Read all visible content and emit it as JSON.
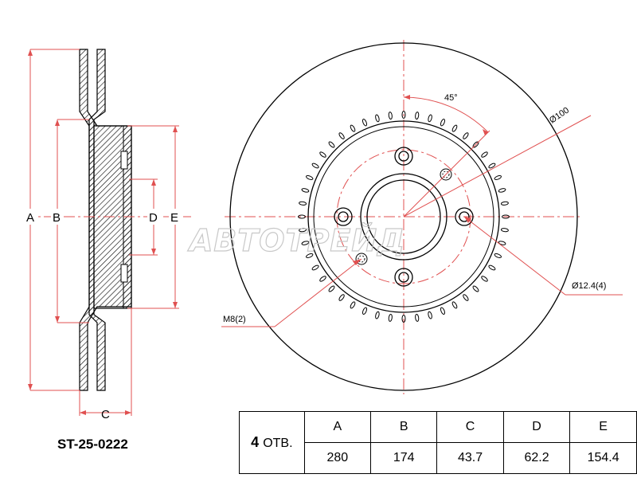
{
  "part_number": "ST-25-0222",
  "holes": {
    "count": "4",
    "unit": "ОТВ."
  },
  "dimensions": {
    "headers": [
      "A",
      "B",
      "C",
      "D",
      "E"
    ],
    "values": [
      "280",
      "174",
      "43.7",
      "62.2",
      "154.4"
    ]
  },
  "drawing_labels": {
    "dim_a": "A",
    "dim_b": "B",
    "dim_c": "C",
    "dim_d": "D",
    "dim_e": "E",
    "angle": "45°",
    "pcd": "Ø100",
    "bolt_hole": "Ø12.4(4)",
    "thread": "M8(2)"
  },
  "watermark": "АВТОТРЕЙД",
  "colors": {
    "dimension_line": "#e05050",
    "outline": "#000000",
    "watermark": "#c8c8c8"
  }
}
